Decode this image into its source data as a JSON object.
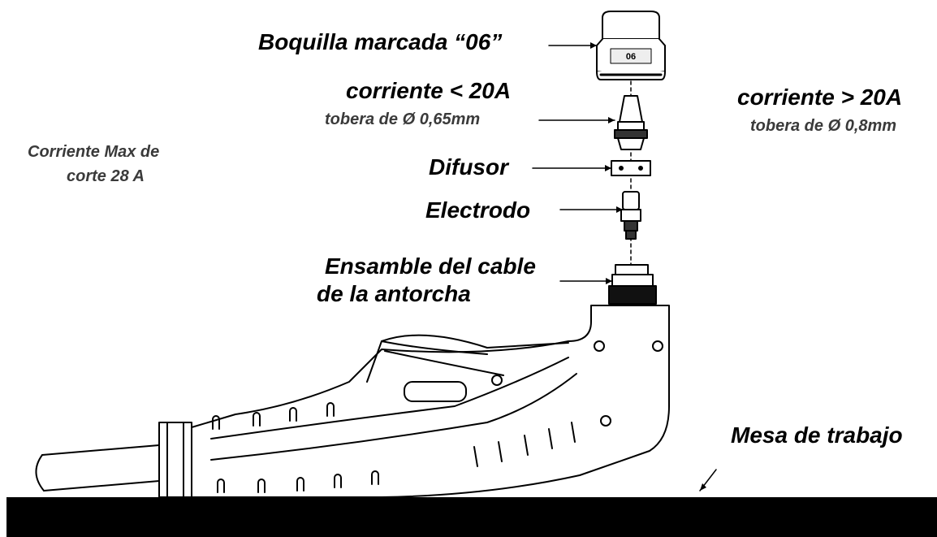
{
  "labels": {
    "boquilla": "Boquilla marcada “06”",
    "nozzle_mark": "06",
    "corriente_menor": "corriente < 20A",
    "tobera_065": "tobera de Ø 0,65mm",
    "corriente_mayor": "corriente > 20A",
    "tobera_08": "tobera de Ø 0,8mm",
    "corriente_max_l1": "Corriente Max de",
    "corriente_max_l2": "corte 28 A",
    "difusor": "Difusor",
    "electrodo": "Electrodo",
    "ensamble_l1": "Ensamble del cable",
    "ensamble_l2": "de la antorcha",
    "mesa": "Mesa de trabajo"
  },
  "colors": {
    "outline": "#000000",
    "table": "#000000",
    "text_secondary": "#3a3a3a"
  }
}
